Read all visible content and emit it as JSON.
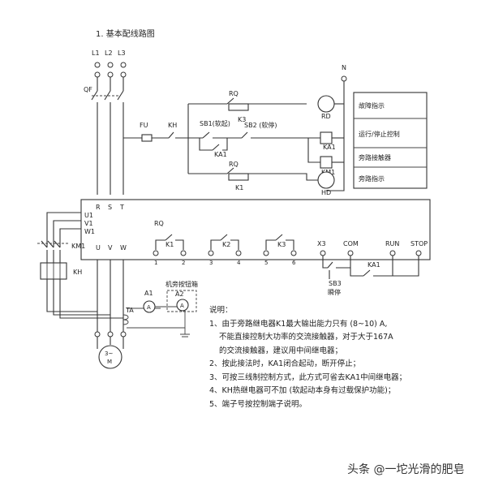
{
  "title": "1. 基本配线路图",
  "supply": {
    "l1": "L1",
    "l2": "L2",
    "l3": "L3",
    "n": "N",
    "qf": "QF"
  },
  "control": {
    "fu": "FU",
    "kh": "KH",
    "rq_top": "RQ",
    "k3": "K3",
    "sb1": "SB1(软起)",
    "sb2": "SB2 (软停)",
    "ka1": "KA1",
    "rq_mid": "RQ",
    "k1": "K1",
    "rd": "RD",
    "ka_coil": "KA1",
    "km_coil": "KM1",
    "hd": "HD"
  },
  "legend": {
    "fault": "故障指示",
    "run_stop": "运行/停止控制",
    "bypass_contactor": "旁路接触器",
    "bypass_indicator": "旁路指示"
  },
  "starter": {
    "r": "R",
    "s": "S",
    "t": "T",
    "u1": "U1",
    "v1": "V1",
    "w1": "W1",
    "u": "U",
    "v": "V",
    "w": "W",
    "rq": "RQ",
    "k1": "K1",
    "k2": "K2",
    "k3": "K3",
    "n1": "1",
    "n2": "2",
    "n3": "3",
    "n4": "4",
    "n5": "5",
    "n6": "6",
    "x3": "X3",
    "com": "COM",
    "run": "RUN",
    "stop": "STOP",
    "ka1": "KA1",
    "sb3": "SB3",
    "sb3_note": "瞬停"
  },
  "lower": {
    "km1": "KM1",
    "kh": "KH",
    "a1": "A1",
    "a2": "A2",
    "box_title": "机旁按钮箱",
    "ta": "TA",
    "motor": "3~",
    "motor_m": "M",
    "meter": "A"
  },
  "notes": {
    "heading": "说明：",
    "line1": "1、由于旁路继电器K1最大输出能力只有 (8~10) A,",
    "line2": "不能直接控制大功率的交流接触器，对于大于167A",
    "line3": "的交流接触器，建议用中间继电器；",
    "line4": "2、按此接法时，KA1闭合起动，断开停止；",
    "line5": "3、可按三线制控制方式，此方式可省去KA1中间继电器；",
    "line6": "4、KH热继电器可不加 (软起动本身有过载保护功能)；",
    "line7": "5、端子号按控制端子说明。"
  },
  "watermark": "头条 @一坨光滑的肥皂"
}
